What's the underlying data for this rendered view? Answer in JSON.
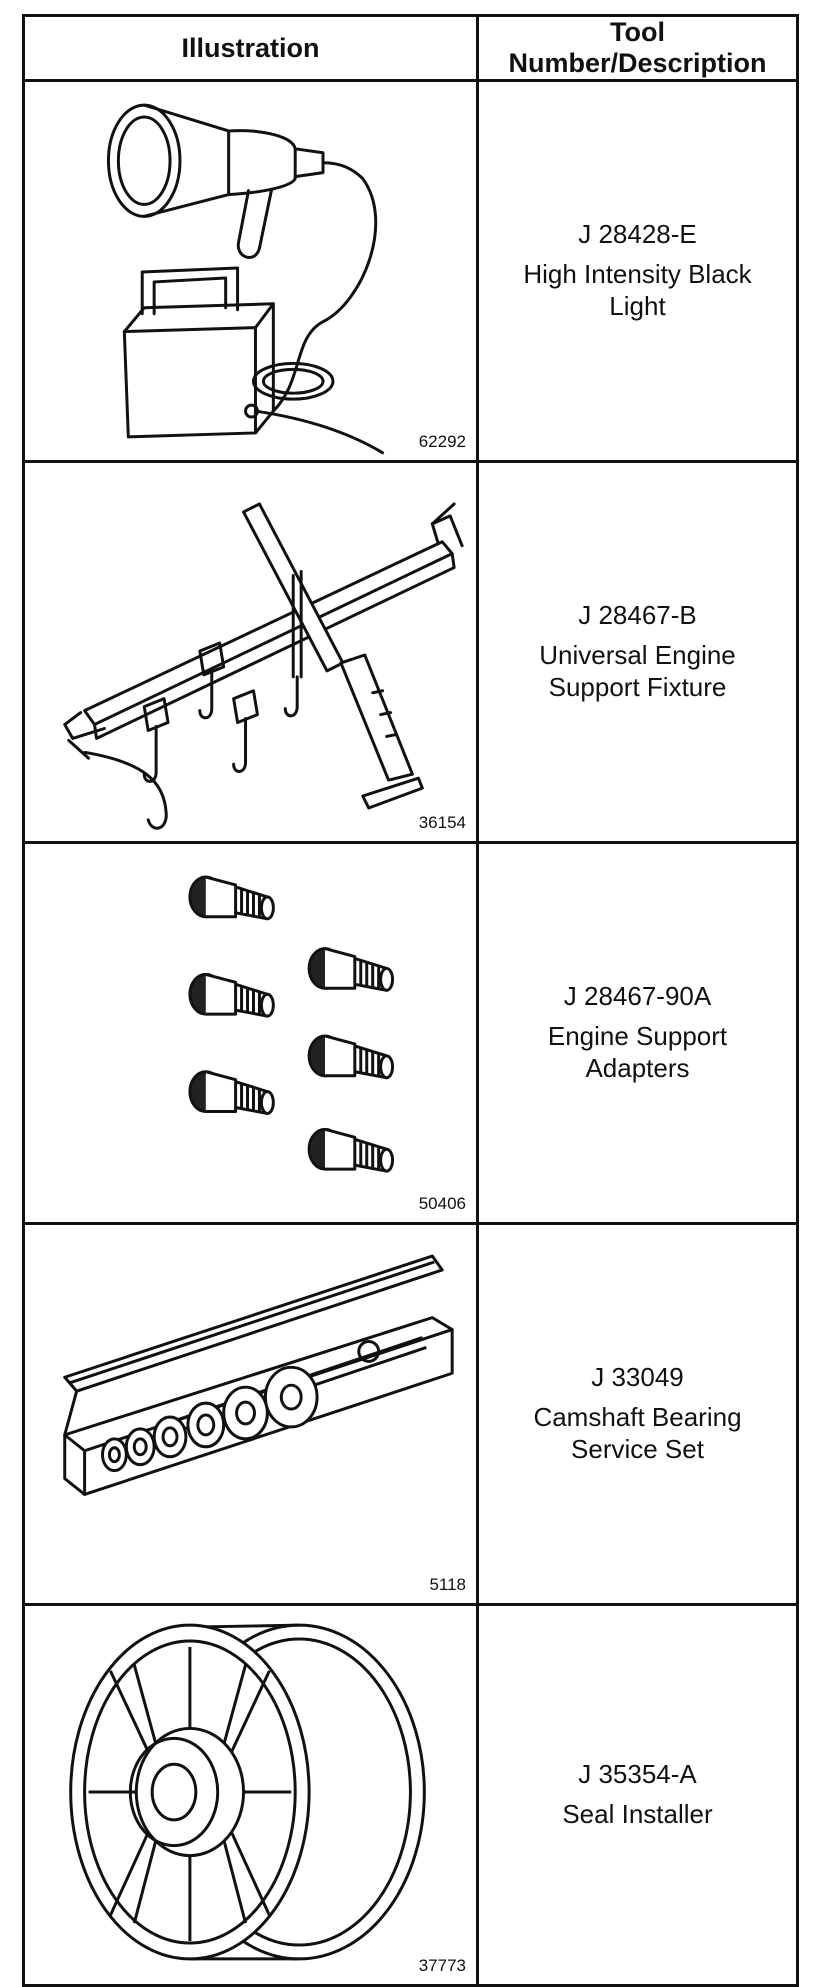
{
  "table": {
    "headers": {
      "illustration": "Illustration",
      "description": "Tool Number/Description"
    },
    "rows": [
      {
        "figure": "62292",
        "tool_number": "J 28428-E",
        "description": "High Intensity Black Light",
        "illustration_icon": "black-light-icon"
      },
      {
        "figure": "36154",
        "tool_number": "J 28467-B",
        "description": "Universal Engine Support Fixture",
        "illustration_icon": "engine-support-fixture-icon"
      },
      {
        "figure": "50406",
        "tool_number": "J 28467-90A",
        "description": "Engine Support Adapters",
        "illustration_icon": "support-adapters-icon"
      },
      {
        "figure": "5118",
        "tool_number": "J 33049",
        "description": "Camshaft Bearing Service Set",
        "illustration_icon": "bearing-service-set-icon"
      },
      {
        "figure": "37773",
        "tool_number": "J 35354-A",
        "description": "Seal Installer",
        "illustration_icon": "seal-installer-icon"
      }
    ]
  }
}
